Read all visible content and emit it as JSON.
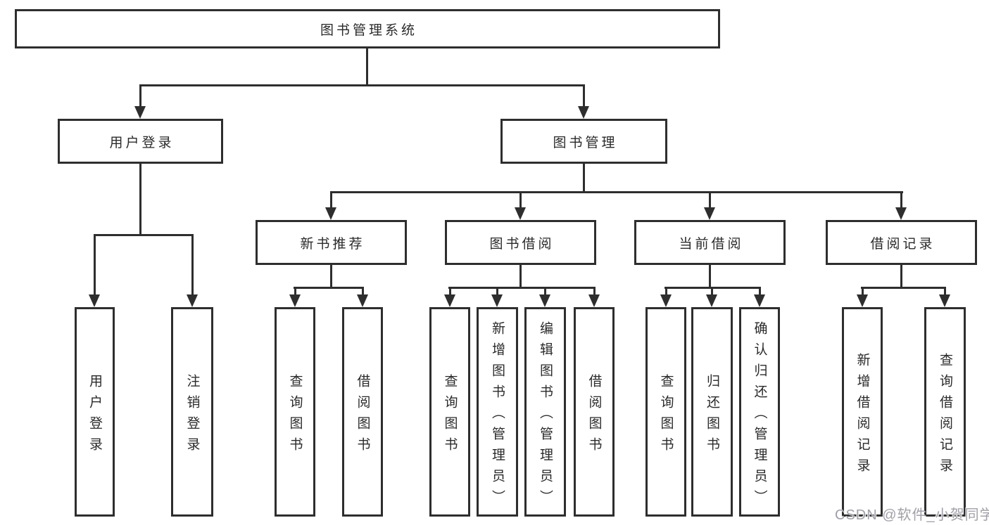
{
  "tree": {
    "root": {
      "label": "图书管理系统"
    },
    "branches": [
      {
        "label": "用户登录",
        "children": [
          {
            "label": "用户登录"
          },
          {
            "label": "注销登录"
          }
        ]
      },
      {
        "label": "图书管理",
        "children": [
          {
            "label": "新书推荐",
            "children": [
              {
                "label": "查询图书"
              },
              {
                "label": "借阅图书"
              }
            ]
          },
          {
            "label": "图书借阅",
            "children": [
              {
                "label": "查询图书"
              },
              {
                "label": "新增图书（管理员）"
              },
              {
                "label": "编辑图书（管理员）"
              },
              {
                "label": "借阅图书"
              }
            ]
          },
          {
            "label": "当前借阅",
            "children": [
              {
                "label": "查询图书"
              },
              {
                "label": "归还图书"
              },
              {
                "label": "确认归还（管理员）"
              }
            ]
          },
          {
            "label": "借阅记录",
            "children": [
              {
                "label": "新增借阅记录"
              },
              {
                "label": "查询借阅记录"
              }
            ]
          }
        ]
      }
    ]
  },
  "watermark": "CSDN @软件_小贺同学",
  "colors": {
    "line": "#2e2e2e",
    "text": "#2a2a2a",
    "background": "#ffffff",
    "watermark": "#a0a0a8"
  }
}
